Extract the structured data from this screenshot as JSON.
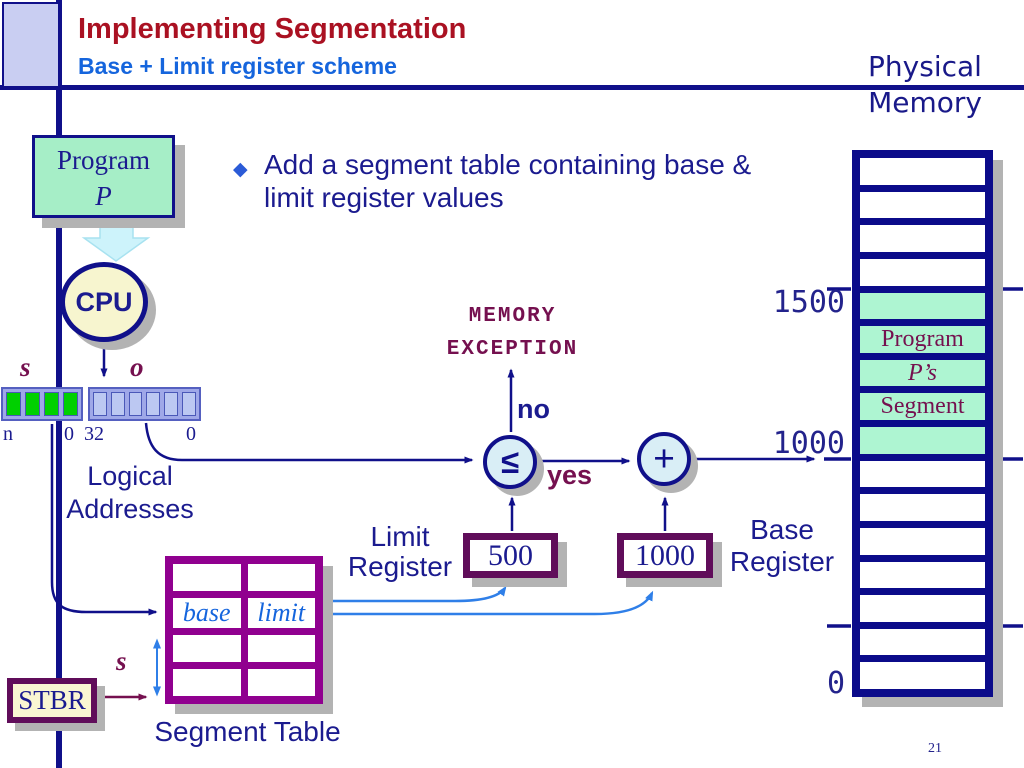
{
  "header": {
    "title": "Implementing Segmentation",
    "subtitle": "Base + Limit register scheme"
  },
  "bullet": {
    "marker": "◆",
    "line1": "Add a segment table containing base &",
    "line2": "limit register values"
  },
  "program_box": {
    "line1": "Program",
    "line2": "P"
  },
  "cpu": {
    "label": "CPU"
  },
  "logical_address": {
    "s_label": "s",
    "o_label": "o",
    "n_label": "n",
    "s_right": "0",
    "o_left": "32",
    "o_right": "0",
    "s_cells": 4,
    "o_cells": 6,
    "caption_line1": "Logical",
    "caption_line2": "Addresses"
  },
  "exception": {
    "line1": "MEMORY",
    "line2": "EXCEPTION"
  },
  "branch": {
    "no": "no",
    "yes": "yes",
    "compare": "≤",
    "add": "+"
  },
  "limit_register": {
    "label_line1": "Limit",
    "label_line2": "Register",
    "value": "500"
  },
  "base_register": {
    "label_line1": "Base",
    "label_line2": "Register",
    "value": "1000"
  },
  "segment_table": {
    "caption": "Segment Table",
    "header_base": "base",
    "header_limit": "limit",
    "s_label": "s",
    "stbr_label": "STBR",
    "rows": 4,
    "cols": 2
  },
  "physical_memory": {
    "label_line1": "Physical",
    "label_line2": "Memory",
    "addr_1500": "1500",
    "addr_1000": "1000",
    "addr_0": "0",
    "rows": [
      {
        "text": "",
        "green": false
      },
      {
        "text": "",
        "green": false
      },
      {
        "text": "",
        "green": false
      },
      {
        "text": "",
        "green": false
      },
      {
        "text": "",
        "green": true
      },
      {
        "text": "Program",
        "green": true
      },
      {
        "text": "P’s",
        "green": true,
        "italic": true
      },
      {
        "text": "Segment",
        "green": true
      },
      {
        "text": "",
        "green": true
      },
      {
        "text": "",
        "green": false
      },
      {
        "text": "",
        "green": false
      },
      {
        "text": "",
        "green": false
      },
      {
        "text": "",
        "green": false
      },
      {
        "text": "",
        "green": false
      },
      {
        "text": "",
        "green": false
      },
      {
        "text": "",
        "green": false
      }
    ]
  },
  "page_number": "21",
  "colors": {
    "navy": "#10108a",
    "title_red": "#aa1122",
    "subtitle_blue": "#1565dd",
    "maroon_text": "#75104f",
    "table_purple": "#90008f",
    "box_border_plum": "#600d5a",
    "mint_green": "#a6eec7",
    "memory_green": "#aef5d2",
    "pale_yellow": "#f7f5cf",
    "pale_cyan": "#d9eef6",
    "blue_arrow": "#2f7fe8",
    "lavender": "#c9cef2",
    "cell_green": "#00d000",
    "cell_lavender": "#bcc8f2",
    "shadow_gray": "#b3b3b3"
  }
}
